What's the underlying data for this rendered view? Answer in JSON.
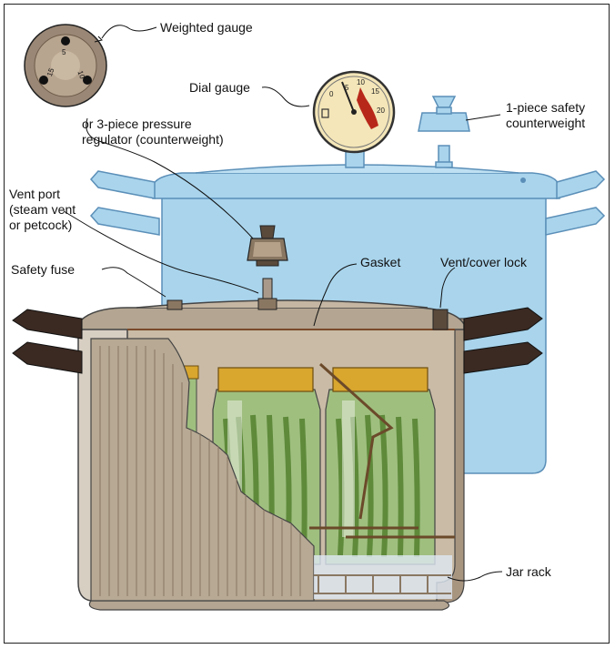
{
  "labels": {
    "weighted_gauge": "Weighted gauge",
    "dial_gauge": "Dial gauge",
    "one_piece_line1": "1-piece safety",
    "one_piece_line2": "counterweight",
    "three_piece_line1": "or 3-piece pressure",
    "three_piece_line2": "regulator (counterweight)",
    "vent_port_line1": "Vent port",
    "vent_port_line2": "(steam vent",
    "vent_port_line3": "or petcock)",
    "safety_fuse": "Safety fuse",
    "gasket": "Gasket",
    "vent_cover_lock": "Vent/cover lock",
    "jar_rack": "Jar rack"
  },
  "weighted_gauge_marks": [
    "5",
    "10",
    "15"
  ],
  "dial_gauge_marks": [
    "0",
    "5",
    "10",
    "15",
    "20"
  ],
  "colors": {
    "blue_pot": "#a9d4ec",
    "blue_outline": "#5b8fb8",
    "metal_pot": "#c4b6a2",
    "metal_dark": "#8a7762",
    "jar_glass": "#9fbf7f",
    "bean_green": "#5e8a3a",
    "lid_gold": "#d9a62e",
    "handle_dark": "#3b2a22",
    "gauge_face": "#f4e6b8",
    "gauge_needle": "#b8281a"
  }
}
